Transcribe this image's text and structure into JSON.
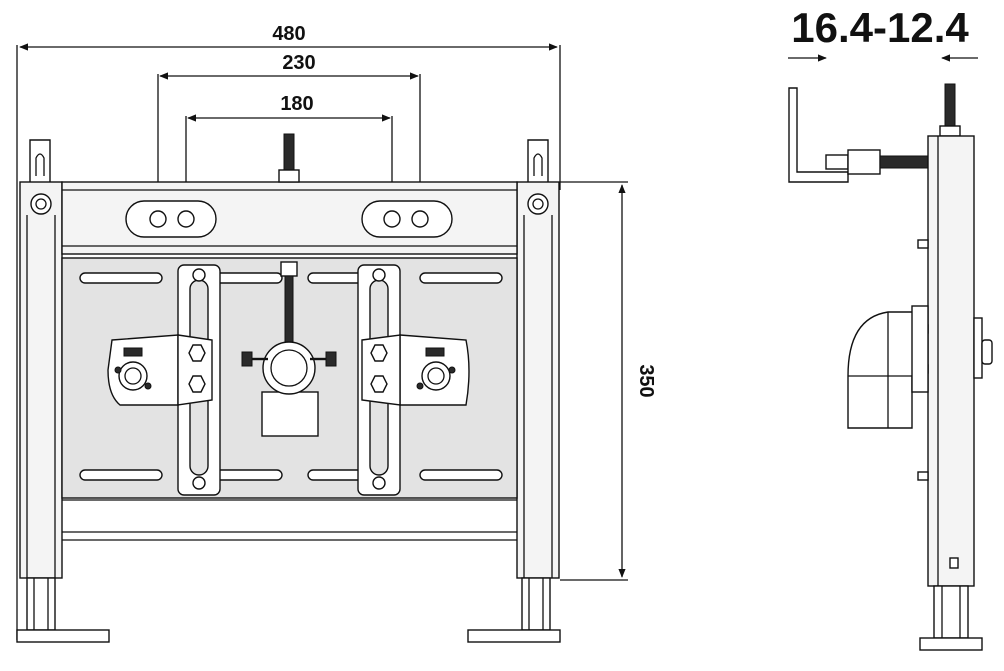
{
  "dimensions": {
    "width_total": "480",
    "width_mid": "230",
    "width_inner": "180",
    "height": "350",
    "depth_range": "16.4-12.4"
  }
}
